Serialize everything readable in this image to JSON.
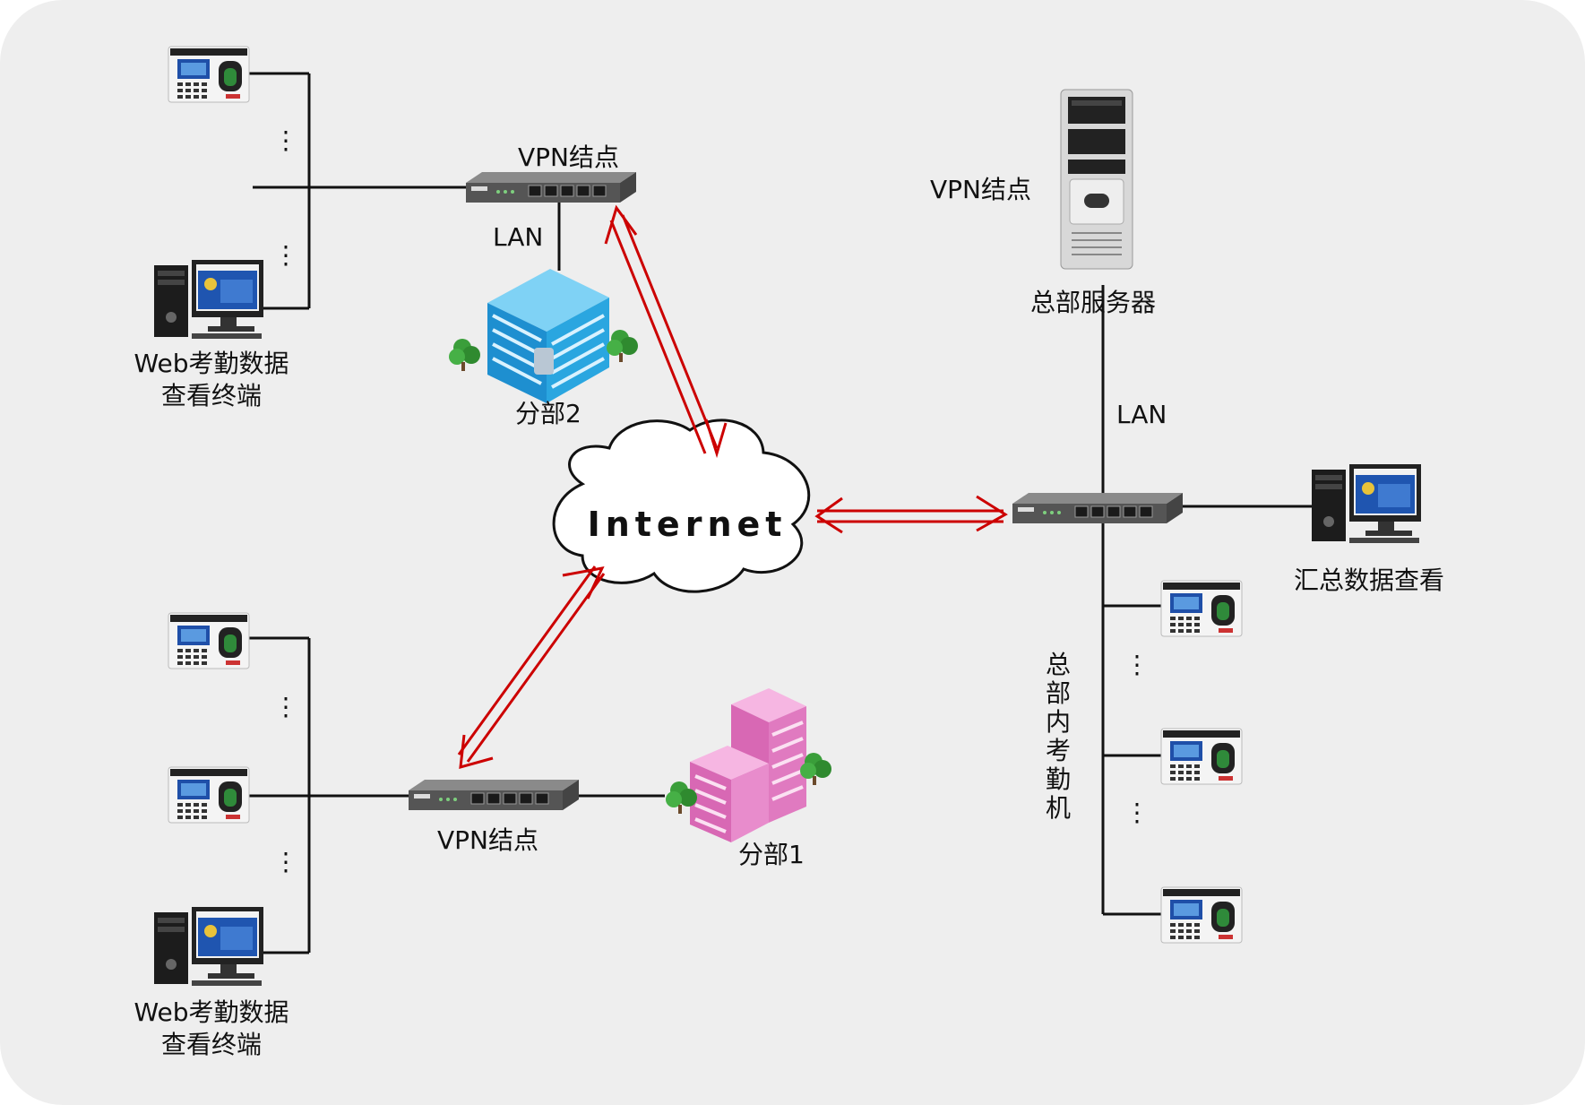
{
  "colors": {
    "background": "#eeeeee",
    "page": "#ffffff",
    "link_line": "#111111",
    "vpn_arrow": "#cc0000",
    "building_blue": "#2aa6e0",
    "building_pink": "#e07ac0",
    "tree_green": "#3a9e3a"
  },
  "internet": {
    "label": "Internet"
  },
  "branch2": {
    "vpn_label": "VPN结点",
    "lan_label": "LAN",
    "building_label": "分部2",
    "terminal_label_line1": "Web考勤数据",
    "terminal_label_line2": "查看终端",
    "ellipsis_top": "⋮",
    "ellipsis_bottom": "⋮"
  },
  "branch1": {
    "vpn_label": "VPN结点",
    "building_label": "分部1",
    "terminal_label_line1": "Web考勤数据",
    "terminal_label_line2": "查看终端",
    "ellipsis_top": "⋮",
    "ellipsis_bottom": "⋮"
  },
  "hq": {
    "vpn_label": "VPN结点",
    "server_label": "总部服务器",
    "lan_label": "LAN",
    "summary_label": "汇总数据查看",
    "attendance_label": "总部内考勤机",
    "ellipsis_top": "⋮",
    "ellipsis_bottom": "⋮"
  },
  "icons": {
    "attendance_device": "fingerprint-attendance-terminal-icon",
    "router": "vpn-router-switch-icon",
    "pc": "desktop-computer-icon",
    "server": "tower-server-icon",
    "building": "office-building-icon",
    "cloud": "internet-cloud-icon"
  }
}
